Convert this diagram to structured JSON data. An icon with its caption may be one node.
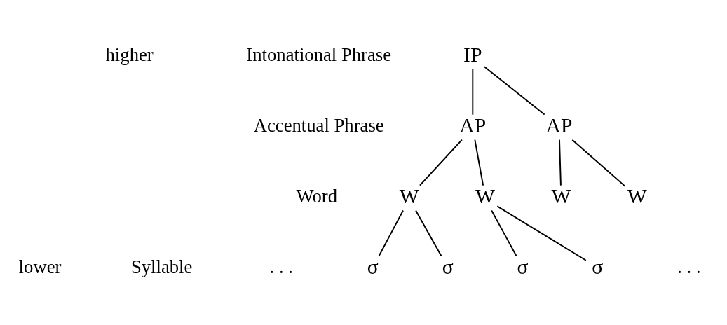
{
  "diagram": {
    "nodes": [
      {
        "text": [
          "IP"
        ]
      },
      {
        "text": [
          "AP"
        ]
      },
      {
        "text": [
          "AP"
        ]
      },
      {
        "text": [
          "W"
        ]
      },
      {
        "text": [
          "W"
        ]
      },
      {
        "text": [
          "W"
        ]
      },
      {
        "text": [
          "W"
        ]
      },
      {
        "text": [
          "σ"
        ]
      },
      {
        "text": [
          "σ"
        ]
      },
      {
        "text": [
          "σ"
        ]
      },
      {
        "text": [
          "σ"
        ]
      }
    ],
    "edges": [
      {
        "from": 0,
        "to": 1,
        "arrow": "none"
      },
      {
        "from": 0,
        "to": 2,
        "arrow": "none"
      },
      {
        "from": 1,
        "to": 3,
        "arrow": "none"
      },
      {
        "from": 1,
        "to": 4,
        "arrow": "none"
      },
      {
        "from": 2,
        "to": 5,
        "arrow": "none"
      },
      {
        "from": 2,
        "to": 6,
        "arrow": "none"
      },
      {
        "from": 3,
        "to": 7,
        "arrow": "none"
      },
      {
        "from": 3,
        "to": 8,
        "arrow": "none"
      },
      {
        "from": 4,
        "to": 9,
        "arrow": "none"
      },
      {
        "from": 4,
        "to": 10,
        "arrow": "none"
      }
    ],
    "labels": [
      "higher",
      "Intonational Phrase",
      "Accentual Phrase",
      "Word",
      "lower",
      "Syllable",
      ". . .",
      ". . ."
    ]
  }
}
